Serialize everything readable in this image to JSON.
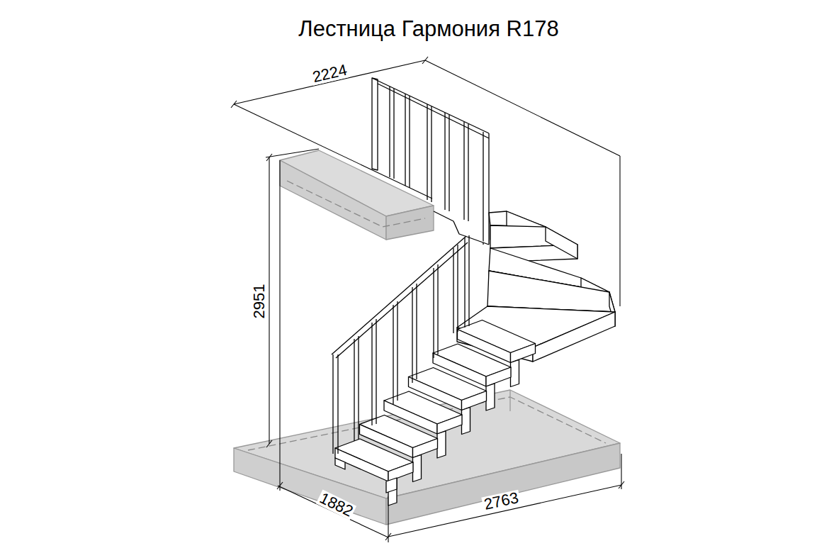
{
  "diagram": {
    "title": "Лестница Гармония R178",
    "labels": [
      "2224",
      "2951",
      "1882",
      "2763"
    ]
  }
}
